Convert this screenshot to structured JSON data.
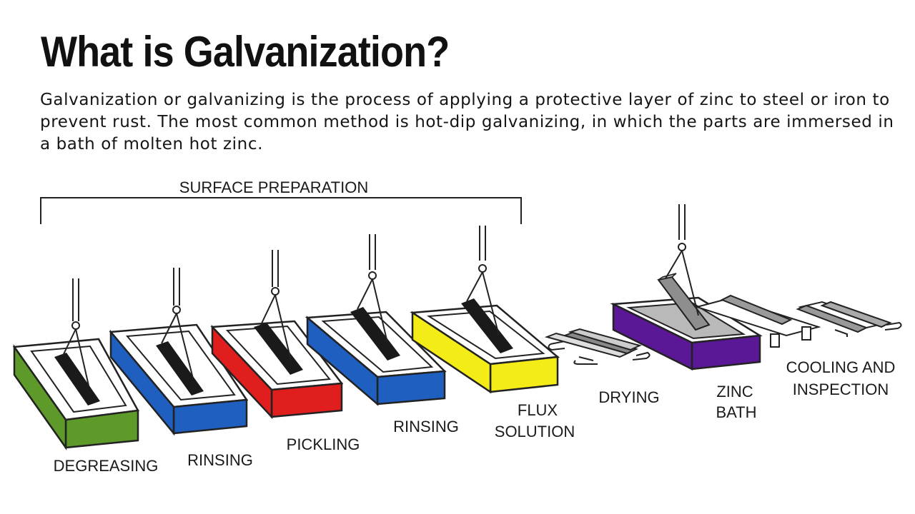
{
  "title": "What is Galvanization?",
  "intro": "Galvanization or galvanizing is the process of applying a protective layer of zinc to steel or iron to prevent rust. The most common method is hot-dip galvanizing, in which the parts are immersed in a bath of molten hot zinc.",
  "group_label": "SURFACE PREPARATION",
  "steps": [
    {
      "label": "DEGREASING",
      "tank_color": "#5e9a2a"
    },
    {
      "label": "RINSING",
      "tank_color": "#1f5fc0"
    },
    {
      "label": "PICKLING",
      "tank_color": "#e01e1e"
    },
    {
      "label": "RINSING",
      "tank_color": "#1f5fc0"
    },
    {
      "label_lines": [
        "FLUX",
        "SOLUTION"
      ],
      "tank_color": "#f4ec16"
    },
    {
      "label": "DRYING"
    },
    {
      "label_lines": [
        "ZINC",
        "BATH"
      ],
      "tank_color": "#5b1896"
    },
    {
      "label_lines": [
        "COOLING AND",
        "INSPECTION"
      ]
    }
  ]
}
